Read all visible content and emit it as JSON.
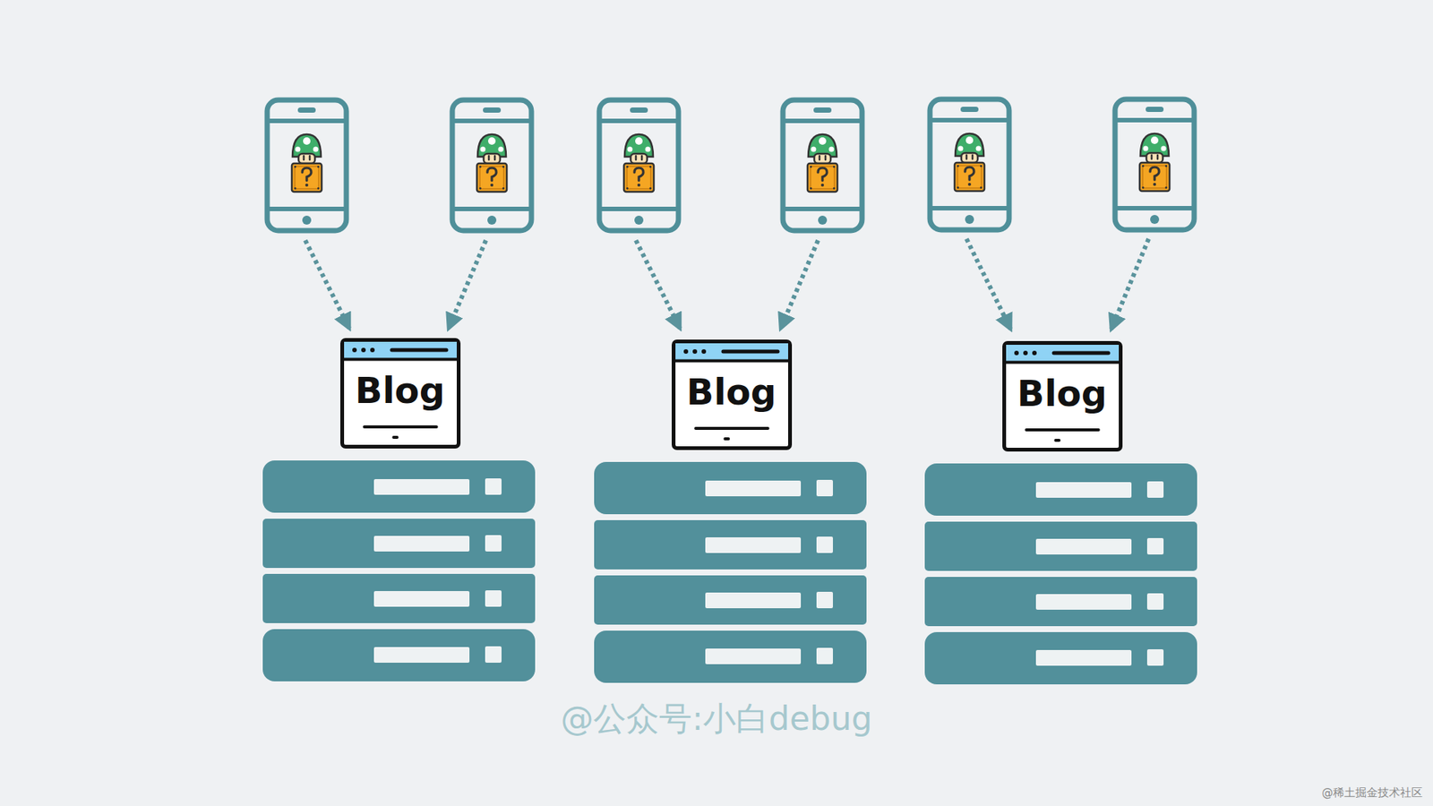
{
  "diagram": {
    "nodes": [
      {
        "text": [
          "Blog"
        ]
      },
      {
        "text": [
          "Blog"
        ]
      },
      {
        "text": [
          "Blog"
        ]
      }
    ],
    "labels": [
      "@公众号:小白debug",
      "@稀土掘金技术社区"
    ]
  }
}
